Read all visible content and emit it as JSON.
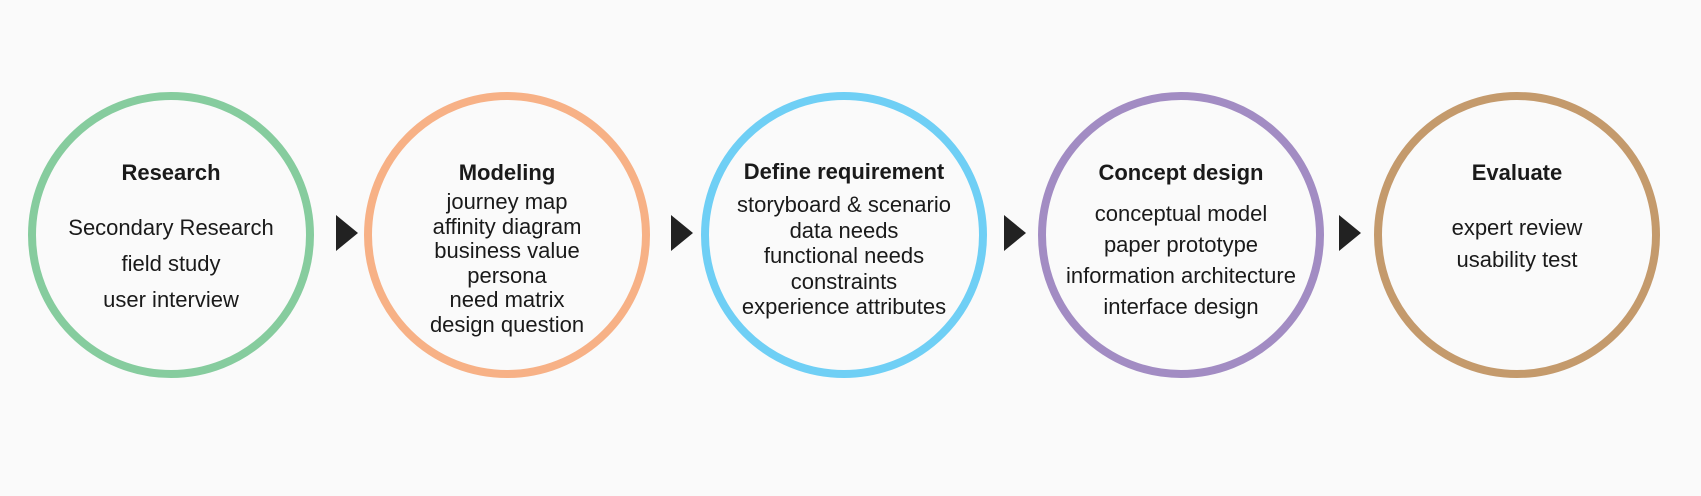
{
  "stages": [
    {
      "title": "Research",
      "color": "#86cc9e",
      "items": [
        "Secondary Research",
        "field study",
        "user interview"
      ]
    },
    {
      "title": "Modeling",
      "color": "#f7b186",
      "items": [
        "journey map",
        "affinity diagram",
        "business value",
        "persona",
        "need matrix",
        "design question"
      ]
    },
    {
      "title": "Define requirement",
      "color": "#6fcff5",
      "items": [
        "storyboard & scenario",
        "data needs",
        "functional needs",
        "constraints",
        "experience attributes"
      ]
    },
    {
      "title": "Concept design",
      "color": "#a28cc3",
      "items": [
        "conceptual model",
        "paper prototype",
        "information architecture",
        "interface design"
      ]
    },
    {
      "title": "Evaluate",
      "color": "#c49a6c",
      "items": [
        "expert review",
        "usability test"
      ]
    }
  ],
  "arrow_color": "#222222"
}
